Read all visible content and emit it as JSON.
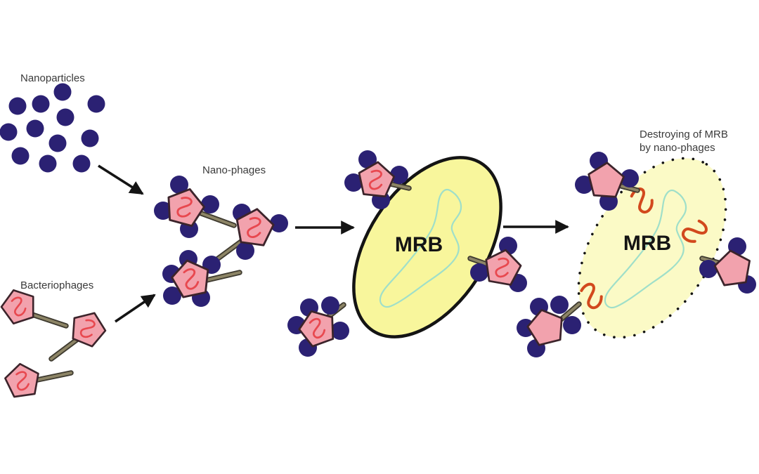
{
  "diagram": {
    "labels": {
      "nanoparticles": "Nanoparticles",
      "bacteriophages": "Bacteriophages",
      "nanophages": "Nano-phages",
      "mrb1": "MRB",
      "mrb2": "MRB",
      "destroy_line1": "Destroying of MRB",
      "destroy_line2": "by nano-phages"
    },
    "colors": {
      "nanoparticle": "#2b2173",
      "phage-body": "#f2a2ad",
      "phage-outline": "#3c242b",
      "phage-dna": "#e8484f",
      "tail-inner": "#8d8566",
      "tail-outer": "#3f3b30",
      "cell-fill": "#f8f69c",
      "cell-destroyed-fill": "#fbfac6",
      "cell-outline": "#141414",
      "dna-loop": "#9fdfc9",
      "released-dna": "#d2491d",
      "arrow": "#141414",
      "label-text": "#3a3a3a",
      "mrb-text": "#141414"
    }
  }
}
